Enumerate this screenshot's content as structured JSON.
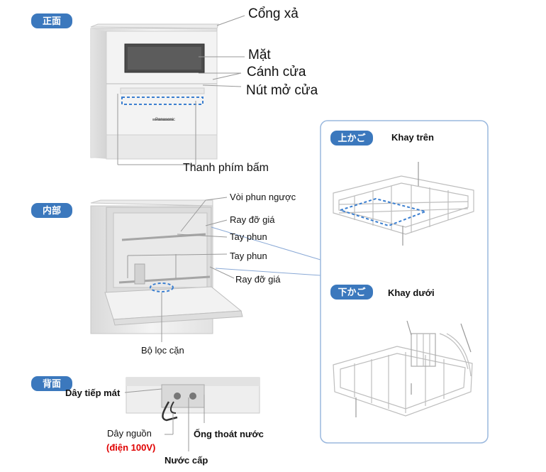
{
  "sections": {
    "front_badge": "正面",
    "inside_badge": "内部",
    "back_badge": "背面",
    "upper_badge": "上かご",
    "lower_badge": "下かご"
  },
  "brand": "Panasonic",
  "front_labels": {
    "exhaust": "Cổng xả",
    "panel": "Mặt",
    "door": "Cánh cửa",
    "door_button": "Nút mở cửa",
    "control_bar": "Thanh phím bấm"
  },
  "inside_labels": {
    "reverse_nozzle": "Vòi phun ngược",
    "rack_rail_top": "Ray đỡ giá",
    "spray_arm_top": "Tay phun",
    "spray_arm_bottom": "Tay phun",
    "rack_rail_bottom": "Ray đỡ giá",
    "filter": "Bộ lọc cặn"
  },
  "back_labels": {
    "ground_wire": "Dây tiếp mát",
    "power_cord": "Dây nguồn",
    "power_spec": "(điện 100V)",
    "drain_hose": "Ống thoát nước",
    "water_inlet": "Nước cấp"
  },
  "rack_labels": {
    "upper": "Khay trên",
    "lower": "Khay dưới"
  },
  "colors": {
    "badge": "#3b78bd",
    "accent_dash": "#3b7fd0",
    "panel_border": "#9ab8de",
    "power_spec": "#e00000"
  }
}
